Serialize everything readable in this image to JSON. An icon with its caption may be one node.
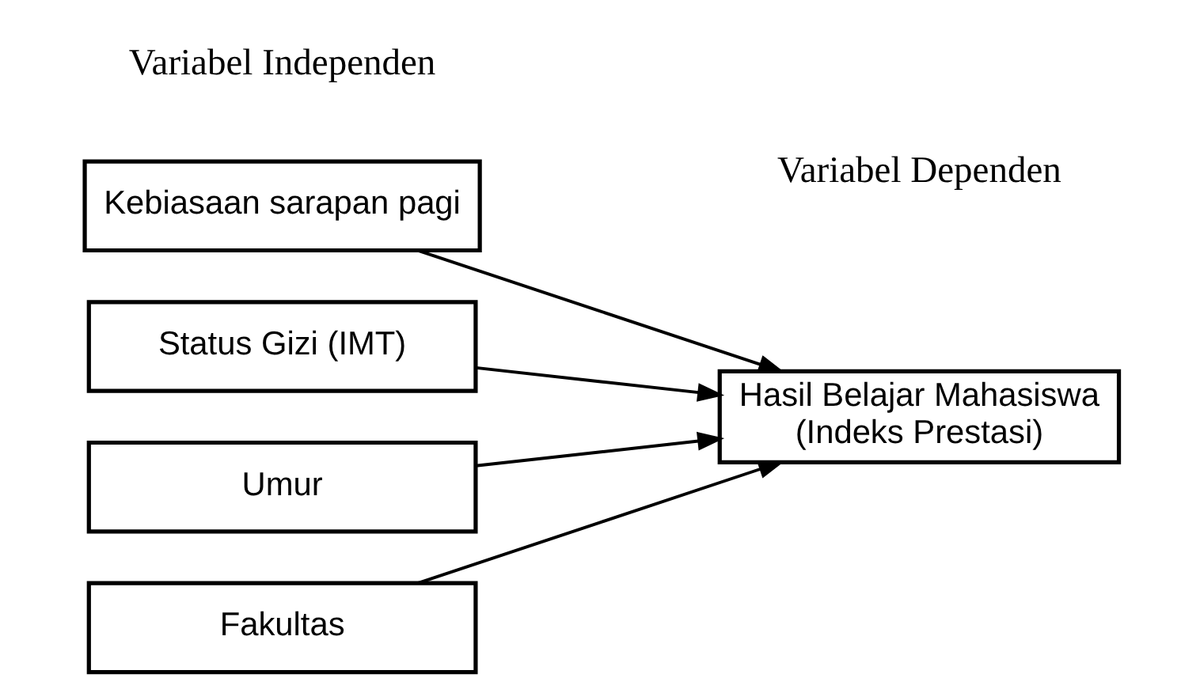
{
  "diagram": {
    "nodes": [
      {
        "text": [
          "Kebiasaan sarapan pagi"
        ]
      },
      {
        "text": [
          "Status Gizi (IMT)"
        ]
      },
      {
        "text": [
          "Umur"
        ]
      },
      {
        "text": [
          "Fakultas"
        ]
      },
      {
        "text": [
          "Hasil Belajar Mahasiswa (Indeks Prestasi)"
        ]
      }
    ],
    "edges": [
      {
        "from": 0,
        "to": 4,
        "arrow": "to"
      },
      {
        "from": 1,
        "to": 4,
        "arrow": "to"
      },
      {
        "from": 2,
        "to": 4,
        "arrow": "to"
      },
      {
        "from": 3,
        "to": 4,
        "arrow": "to"
      }
    ],
    "labels": [
      "Variabel Independen",
      "Variabel Dependen"
    ]
  }
}
